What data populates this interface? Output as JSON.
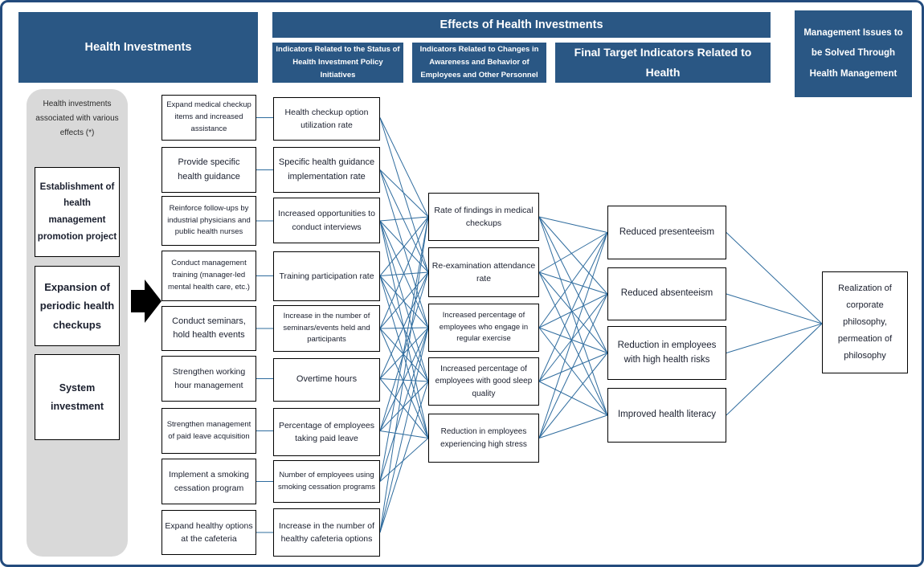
{
  "colors": {
    "header_bg": "#2A5784",
    "outer_border": "#234B7D",
    "connector_line": "#2F6C9E",
    "panel_bg": "#D9D9D9"
  },
  "headers": {
    "health_investments": "Health Investments",
    "effects": "Effects of Health Investments",
    "indicators_status": "Indicators Related to the Status of Health Investment Policy Initiatives",
    "indicators_awareness": "Indicators Related to Changes in Awareness and Behavior of Employees and Other Personnel",
    "final_target": "Final Target Indicators Related to Health",
    "management_issues": "Management Issues to be Solved Through Health Management"
  },
  "investment_panel": {
    "label": "Health investments associated with various effects (*)",
    "items": [
      "Establishment of health management promotion project",
      "Expansion of periodic health checkups",
      "System investment"
    ]
  },
  "policies": [
    "Expand medical checkup items and increased assistance",
    "Provide specific health guidance",
    "Reinforce follow-ups by industrial physicians and public health nurses",
    "Conduct management training (manager-led mental health care, etc.)",
    "Conduct seminars, hold health events",
    "Strengthen working hour management",
    "Strengthen management of paid leave acquisition",
    "Implement a smoking cessation program",
    "Expand healthy options at the cafeteria"
  ],
  "status_indicators": [
    "Health checkup option utilization rate",
    "Specific health guidance implementation rate",
    "Increased opportunities to conduct interviews",
    "Training participation rate",
    "Increase in the number of seminars/events held and participants",
    "Overtime hours",
    "Percentage of employees taking paid leave",
    "Number of employees using smoking cessation programs",
    "Increase in the number of healthy cafeteria options"
  ],
  "awareness_indicators": [
    "Rate of findings in medical checkups",
    "Re-examination attendance rate",
    "Increased percentage of employees who engage in regular exercise",
    "Increased percentage of employees with good sleep quality",
    "Reduction in employees experiencing high stress"
  ],
  "final_targets": [
    "Reduced presenteeism",
    "Reduced absenteeism",
    "Reduction in employees with high health risks",
    "Improved health literacy"
  ],
  "goal": "Realization of corporate philosophy, permeation of philosophy"
}
